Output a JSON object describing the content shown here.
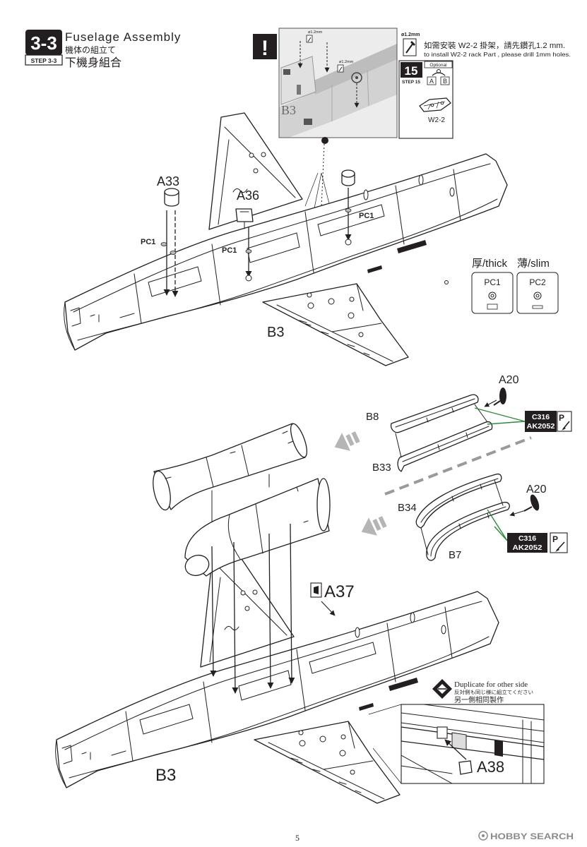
{
  "header": {
    "step_badge": "3-3",
    "step_label": "STEP 3-3",
    "title_en": "Fuselage Assembly",
    "title_ja": "機体の組立て",
    "title_zh": "下機身組合"
  },
  "detail_inset": {
    "warning_symbol": "!",
    "drill_labels": [
      "ø1.2mm",
      "ø1.2mm"
    ],
    "part_label": "B3"
  },
  "drill_note": {
    "drill_size": "ø1.2mm",
    "text_zh": "如需安裝 W2-2 掛架，請先鑽孔1.2 mm.",
    "text_en": "to install W2-2 rack Part , please drill 1mm holes."
  },
  "optional_step": {
    "step_number": "15",
    "step_label": "STEP 15",
    "tag": "Optional",
    "options": [
      "A",
      "B"
    ],
    "part_label": "W2-2"
  },
  "upper_assembly": {
    "a33": "A33",
    "a36": "A36",
    "pc1_left": "PC1",
    "pc1_middle": "PC1",
    "pc1_right": "PC1",
    "b3": "B3"
  },
  "polycap_legend": {
    "thick": "厚/thick",
    "slim": "薄/slim",
    "items": [
      "PC1",
      "PC2"
    ]
  },
  "exhaust_parts": {
    "a20_top": "A20",
    "b8": "B8",
    "b33": "B33",
    "a20_bottom": "A20",
    "b34": "B34",
    "b7": "B7"
  },
  "paint_callouts": [
    {
      "color_code": "C316",
      "alt_code": "AK2052",
      "icon_letter": "P"
    },
    {
      "color_code": "C316",
      "alt_code": "AK2052",
      "icon_letter": "P"
    }
  ],
  "lower_assembly": {
    "a37": "A37",
    "b3": "B3",
    "a38": "A38",
    "duplicate_en": "Duplicate for other side",
    "duplicate_ja": "反対側も同じ様に組立てください",
    "duplicate_zh": "另一側相同製作"
  },
  "footer": {
    "page_number": "5",
    "watermark": "HOBBY SEARCH"
  },
  "colors": {
    "ink": "#231f20",
    "callout_line": "#2e8b3a",
    "move_arrow": "#b5b5b5",
    "separator": "#9a9a9a"
  },
  "icons": [
    "warning-icon",
    "drill-icon",
    "paint-brush-icon",
    "duplicate-icon",
    "move-arrow-icon"
  ]
}
